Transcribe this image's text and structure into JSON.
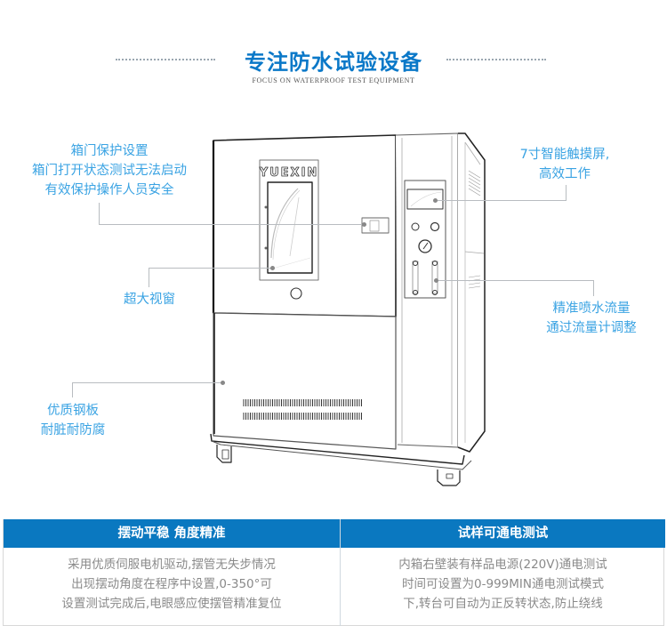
{
  "header": {
    "title": "专注防水试验设备",
    "subtitle": "FOCUS ON WATERPROOF TEST EQUIPMENT",
    "title_color": "#0a78c8"
  },
  "machine": {
    "brand_label": "YUEXIN",
    "image_alt": "waterproof test chamber line drawing"
  },
  "annotations": {
    "door_protection": [
      "箱门保护设置",
      "箱门打开状态测试无法启动",
      "有效保护操作人员安全"
    ],
    "touchscreen": [
      "7寸智能触摸屏,",
      "高效工作"
    ],
    "large_window": [
      "超大视窗"
    ],
    "flow_control": [
      "精准喷水流量",
      "通过流量计调整"
    ],
    "steel_plate": [
      "优质钢板",
      "耐脏耐防腐"
    ],
    "text_color": "#3aa3e3"
  },
  "features": [
    {
      "title": "摆动平稳 角度精准",
      "lines": [
        "采用优质伺服电机驱动,摆管无失步情况",
        "出现摆动角度在程序中设置,0-350°可",
        "设置测试完成后,电眼感应使摆管精准复位"
      ]
    },
    {
      "title": "试样可通电测试",
      "lines": [
        "内箱右壁装有样品电源(220V)通电测试",
        "时间可设置为0-999MIN通电测试模式",
        "下,转台可自动为正反转状态,防止绕线"
      ]
    }
  ],
  "colors": {
    "table_header_bg": "#0a78c0",
    "table_text": "#8a8a8a"
  }
}
